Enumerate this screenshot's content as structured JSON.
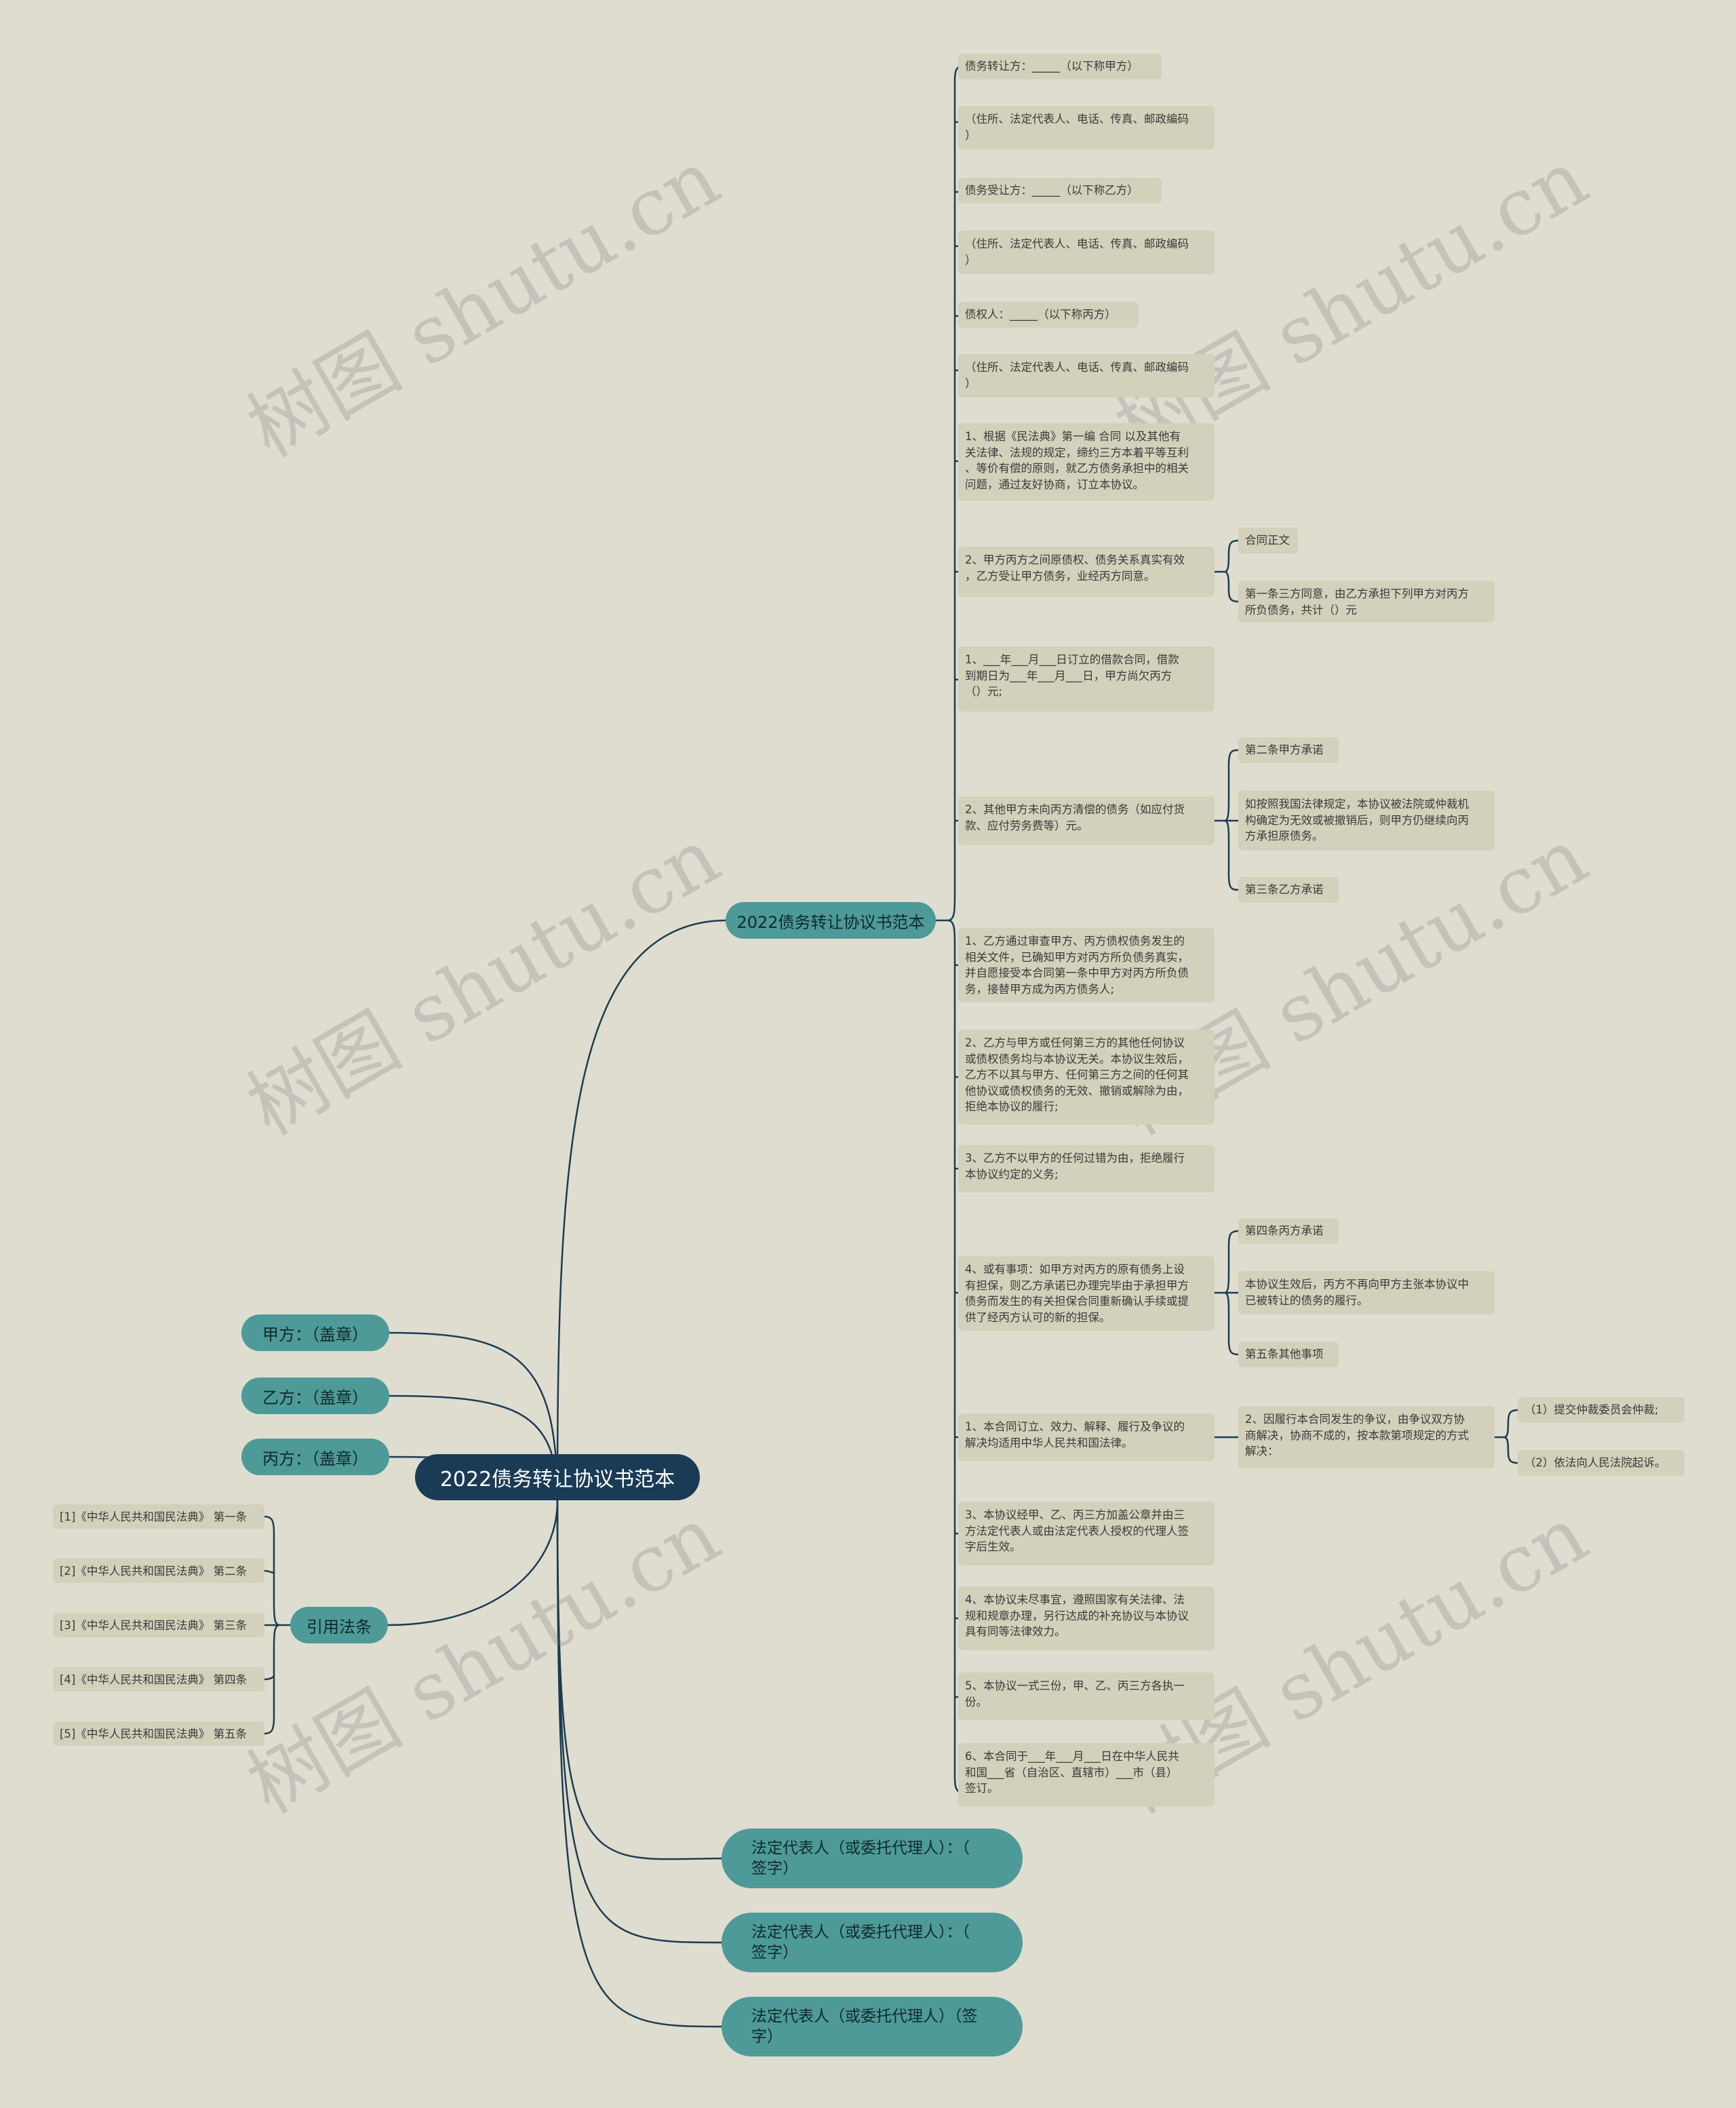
{
  "watermark": "树图 shutu.cn",
  "root": "2022债务转让协议书范本",
  "main_branch": "2022债务转让协议书范本",
  "left": {
    "jia": "甲方：（盖章）",
    "yi": "乙方：（盖章）",
    "bing": "丙方：（盖章）",
    "refs_label": "引用法条",
    "refs": [
      "[1]《中华人民共和国民法典》 第一条",
      "[2]《中华人民共和国民法典》 第二条",
      "[3]《中华人民共和国民法典》 第三条",
      "[4]《中华人民共和国民法典》 第四条",
      "[5]《中华人民共和国民法典》 第五条"
    ]
  },
  "bottom": [
    "法定代表人（或委托代理人）：（\n签字）",
    "法定代表人（或委托代理人）：（\n签字）",
    "法定代表人（或委托代理人）（签\n字）"
  ],
  "leaves": {
    "l1": "债务转让方：_____（以下称甲方）",
    "l2": "（住所、法定代表人、电话、传真、邮政编码\n）",
    "l3": "债务受让方：_____（以下称乙方）",
    "l4": "（住所、法定代表人、电话、传真、邮政编码\n）",
    "l5": "债权人：_____（以下称丙方）",
    "l6": "（住所、法定代表人、电话、传真、邮政编码\n）",
    "l7": "1、根据《民法典》第一编 合同 以及其他有\n关法律、法规的规定，缔约三方本着平等互利\n、等价有偿的原则，就乙方债务承担中的相关\n问题，通过友好协商，订立本协议。",
    "l8": "2、甲方丙方之间原债权、债务关系真实有效\n，乙方受让甲方债务，业经丙方同意。",
    "l8a": "合同正文",
    "l8b": "第一条三方同意，由乙方承担下列甲方对丙方\n所负债务，共计（）元",
    "l9": "1、___年___月___日订立的借款合同，借款\n到期日为___年___月___日，甲方尚欠丙方\n（）元;",
    "l10": "2、其他甲方未向丙方清偿的债务（如应付货\n款、应付劳务费等）元。",
    "l10a": "第二条甲方承诺",
    "l10b": "如按照我国法律规定，本协议被法院或仲裁机\n构确定为无效或被撤销后，则甲方仍继续向丙\n方承担原债务。",
    "l10c": "第三条乙方承诺",
    "l11": "1、乙方通过审查甲方、丙方债权债务发生的\n相关文件，已确知甲方对丙方所负债务真实，\n并自愿接受本合同第一条中甲方对丙方所负债\n务，接替甲方成为丙方债务人;",
    "l12": "2、乙方与甲方或任何第三方的其他任何协议\n或债权债务均与本协议无关。本协议生效后，\n乙方不以其与甲方、任何第三方之间的任何其\n他协议或债权债务的无效、撤销或解除为由，\n拒绝本协议的履行;",
    "l13": "3、乙方不以甲方的任何过错为由，拒绝履行\n本协议约定的义务;",
    "l14": "4、或有事项：如甲方对丙方的原有债务上设\n有担保，则乙方承诺已办理完毕由于承担甲方\n债务而发生的有关担保合同重新确认手续或提\n供了经丙方认可的新的担保。",
    "l14a": "第四条丙方承诺",
    "l14b": "本协议生效后，丙方不再向甲方主张本协议中\n已被转让的债务的履行。",
    "l14c": "第五条其他事项",
    "l15": "1、本合同订立、效力、解释、履行及争议的\n解决均适用中华人民共和国法律。",
    "l15a": "2、因履行本合同发生的争议，由争议双方协\n商解决，协商不成的，按本款第项规定的方式\n解决：",
    "l15a1": "（1）提交仲裁委员会仲裁;",
    "l15a2": "（2）依法向人民法院起诉。",
    "l16": "3、本协议经甲、乙、丙三方加盖公章并由三\n方法定代表人或由法定代表人授权的代理人签\n字后生效。",
    "l17": "4、本协议未尽事宜，遵照国家有关法律、法\n规和规章办理，另行达成的补充协议与本协议\n具有同等法律效力。",
    "l18": "5、本协议一式三份，甲、乙、丙三方各执一\n份。",
    "l19": "6、本合同于___年___月___日在中华人民共\n和国___省（自治区、直辖市）___市（县）\n签订。"
  },
  "colors": {
    "background": "#dfddd0",
    "root": "#193b56",
    "branch": "#4d9a98",
    "leaf": "#d3d0bb",
    "line": "#1d3c52"
  }
}
